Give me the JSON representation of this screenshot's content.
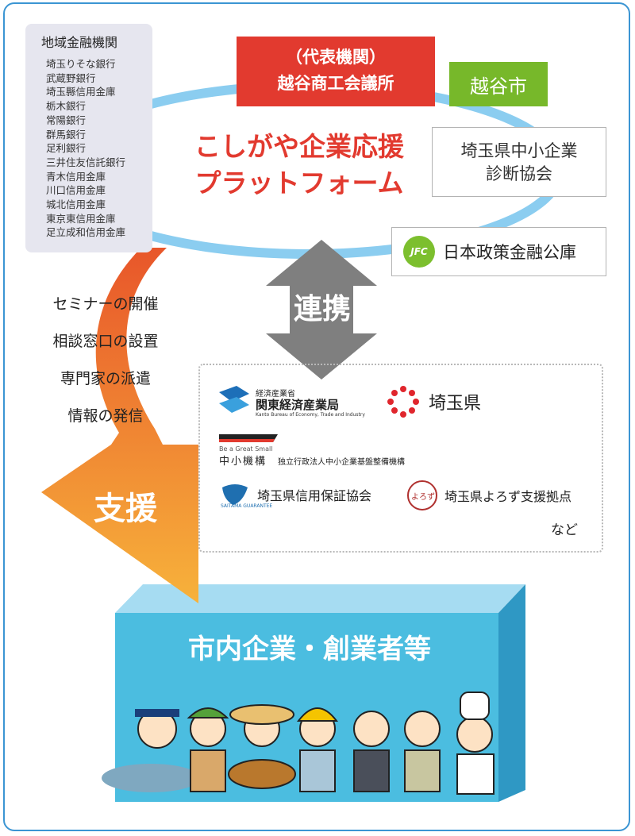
{
  "colors": {
    "border_blue": "#3b95d3",
    "lead_red": "#e23a2f",
    "city_green": "#77b82a",
    "arrow_gray": "#7f7f7f",
    "support_orange": "#f39c2b",
    "box_cyan": "#4bbde0"
  },
  "banks": {
    "title": "地域金融機関",
    "items": [
      "埼玉りそな銀行",
      "武蔵野銀行",
      "埼玉縣信用金庫",
      "栃木銀行",
      "常陽銀行",
      "群馬銀行",
      "足利銀行",
      "三井住友信託銀行",
      "青木信用金庫",
      "川口信用金庫",
      "城北信用金庫",
      "東京東信用金庫",
      "足立成和信用金庫"
    ]
  },
  "lead": {
    "line1": "（代表機関）",
    "line2": "越谷商工会議所"
  },
  "city": "越谷市",
  "platform": {
    "line1": "こしがや企業応援",
    "line2": "プラットフォーム"
  },
  "smec": {
    "line1": "埼玉県中小企業",
    "line2": "診断協会"
  },
  "jfc": {
    "logo": "JFC",
    "name": "日本政策金融公庫"
  },
  "link_label": "連携",
  "activities": [
    "セミナーの開催",
    "相談窓口の設置",
    "専門家の派遣",
    "情報の発信"
  ],
  "support_label": "支援",
  "partners": {
    "kanto": {
      "sub": "経済産業省",
      "main": "関東経済産業局",
      "en": "Kanto Bureau of Economy, Trade and Industry"
    },
    "saitama_pref": "埼玉県",
    "smrj": {
      "tagline": "Be a Great Small",
      "logo": "中小機構",
      "org": "独立行政法人中小企業基盤整備機構"
    },
    "guarantee": {
      "logo_text": "SAITAMA GUARANTEE",
      "name": "埼玉県信用保証協会"
    },
    "yorozu": {
      "logo_text": "よろず",
      "name": "埼玉県よろず支援拠点"
    },
    "etc": "など"
  },
  "target": "市内企業・創業者等"
}
